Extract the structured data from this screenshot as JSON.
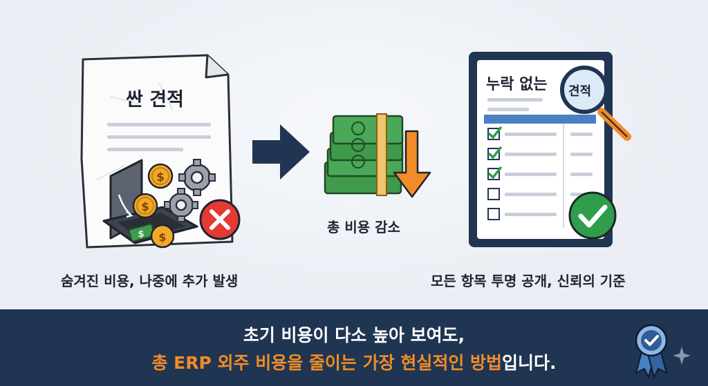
{
  "left_panel": {
    "doc_title": "싼 견적",
    "caption": "숨겨진 비용, 나중에 추가 발생"
  },
  "middle_panel": {
    "caption": "총 비용 감소"
  },
  "right_panel": {
    "board_title": "누락 없는",
    "magnifier_text": "견적",
    "caption": "모든 항목 투명 공개, 신뢰의 기준",
    "checked_items": 3,
    "total_items": 5
  },
  "banner": {
    "line1": "초기 비용이 다소 높아 보여도,",
    "line2_highlight": "총 ERP 외주 비용을 줄이는 가장 현실적인 방법",
    "line2_rest": "입니다."
  },
  "colors": {
    "banner_bg": "#1f3552",
    "highlight": "#f28c28",
    "check_green": "#2e9e4a",
    "cross_red": "#e53935",
    "money_green": "#3f9a4c",
    "coin_gold": "#f2a92a"
  },
  "icons": [
    "cheap-quote-document-icon",
    "open-safe-icon",
    "gear-icon",
    "coin-icon",
    "red-x-icon",
    "right-arrow-icon",
    "money-stack-icon",
    "down-arrow-icon",
    "checklist-board-icon",
    "magnifier-icon",
    "green-check-icon",
    "award-medal-icon",
    "sparkle-icon"
  ]
}
